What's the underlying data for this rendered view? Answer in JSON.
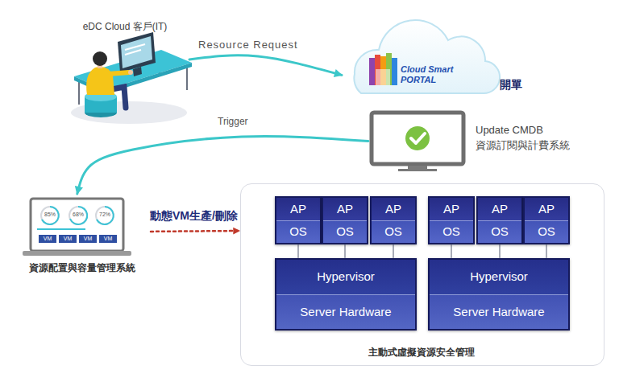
{
  "diagram": {
    "nodes": [
      {
        "text": [
          "eDC Cloud 客戶(IT)"
        ]
      },
      {
        "text": [
          "Cloud Smart PORTAL",
          "開單"
        ]
      },
      {
        "text": [
          "Update CMDB",
          "資源訂閱與計費系統"
        ]
      },
      {
        "text": [
          "資源配置與容量管理系統"
        ]
      },
      {
        "text": [
          "主動式虛擬資源安全管理"
        ]
      },
      {
        "text": [
          "AP",
          "OS"
        ],
        "in": 4
      },
      {
        "text": [
          "AP",
          "OS"
        ],
        "in": 4
      },
      {
        "text": [
          "AP",
          "OS"
        ],
        "in": 4
      },
      {
        "text": [
          "Hypervisor",
          "Server Hardware"
        ],
        "in": 4
      },
      {
        "text": [
          "AP",
          "OS"
        ],
        "in": 4
      },
      {
        "text": [
          "AP",
          "OS"
        ],
        "in": 4
      },
      {
        "text": [
          "AP",
          "OS"
        ],
        "in": 4
      },
      {
        "text": [
          "Hypervisor",
          "Server Hardware"
        ],
        "in": 4
      }
    ],
    "edges": [
      {
        "from": 0,
        "to": 1,
        "label": "Resource Request",
        "arrow": "to"
      },
      {
        "from": 2,
        "to": 3,
        "label": "Trigger",
        "arrow": "to"
      },
      {
        "from": 3,
        "to": 4,
        "label": "動態VM生產/刪除",
        "arrow": "to"
      },
      {
        "from": 5,
        "to": 8,
        "arrow": "none"
      },
      {
        "from": 6,
        "to": 8,
        "arrow": "none"
      },
      {
        "from": 7,
        "to": 8,
        "arrow": "none"
      },
      {
        "from": 9,
        "to": 12,
        "arrow": "none"
      },
      {
        "from": 10,
        "to": 12,
        "arrow": "none"
      },
      {
        "from": 11,
        "to": 12,
        "arrow": "none"
      }
    ],
    "labels": [
      "85%",
      "68%",
      "72%",
      "VM",
      "VM",
      "VM",
      "VM"
    ]
  }
}
